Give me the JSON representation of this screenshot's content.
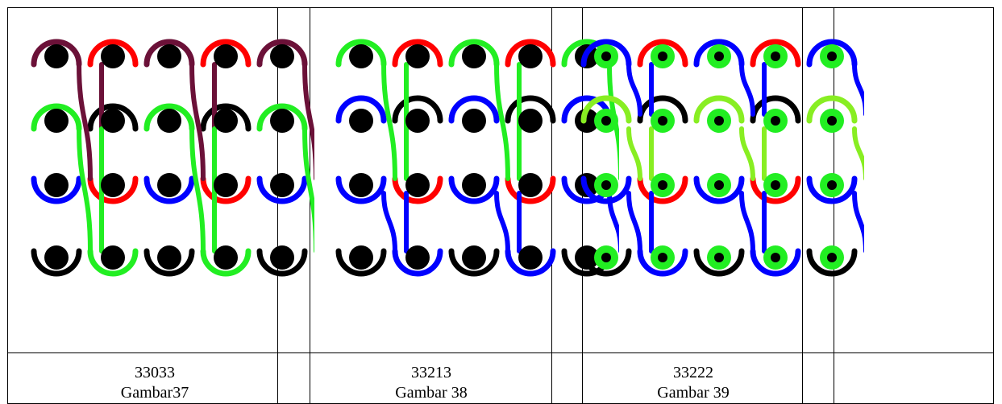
{
  "figures": [
    {
      "code": "33033",
      "label": "Gambar37",
      "rows": [
        {
          "arc": "up",
          "colors": [
            "#6b1138",
            "#ff0000"
          ]
        },
        {
          "arc": "up",
          "colors": [
            "#22ee22",
            "#000000"
          ]
        },
        {
          "arc": "down",
          "colors": [
            "#0000ff",
            "#ff0000"
          ]
        },
        {
          "arc": "down",
          "colors": [
            "#000000",
            "#22ee22"
          ]
        }
      ],
      "cross": [
        {
          "from": 0,
          "to": 2,
          "color": "#6b1138"
        },
        {
          "from": 1,
          "to": 3,
          "color": "#22ee22"
        }
      ],
      "dot_color": "#000000",
      "dot_ring": null
    },
    {
      "code": "33213",
      "label": "Gambar 38",
      "rows": [
        {
          "arc": "up",
          "colors": [
            "#22ee22",
            "#ff0000"
          ]
        },
        {
          "arc": "mid",
          "colors": [
            "#0000ff",
            "#000000"
          ]
        },
        {
          "arc": "down",
          "colors": [
            "#0000ff",
            "#ff0000"
          ]
        },
        {
          "arc": "down",
          "colors": [
            "#000000",
            "#0000ff"
          ]
        }
      ],
      "cross": [
        {
          "from": 0,
          "to": 2,
          "color": "#22ee22"
        },
        {
          "from": 2,
          "to": 3,
          "color": "#0000ff"
        }
      ],
      "dot_color": "#000000",
      "dot_ring": null
    },
    {
      "code": "33222",
      "label": "Gambar 39",
      "rows": [
        {
          "arc": "up",
          "colors": [
            "#0000ff",
            "#ff0000"
          ]
        },
        {
          "arc": "mid",
          "colors": [
            "#88ee22",
            "#000000"
          ]
        },
        {
          "arc": "down",
          "colors": [
            "#0000ff",
            "#ff0000"
          ]
        },
        {
          "arc": "down",
          "colors": [
            "#000000",
            "#0000ff"
          ]
        }
      ],
      "cross": [
        {
          "from": 0,
          "to": 1,
          "color": "#0000ff"
        },
        {
          "from": 1,
          "to": 2,
          "color": "#88ee22"
        },
        {
          "from": 2,
          "to": 3,
          "color": "#0000ff"
        }
      ],
      "dot_color": "#000000",
      "dot_ring": "#22ee22"
    }
  ]
}
